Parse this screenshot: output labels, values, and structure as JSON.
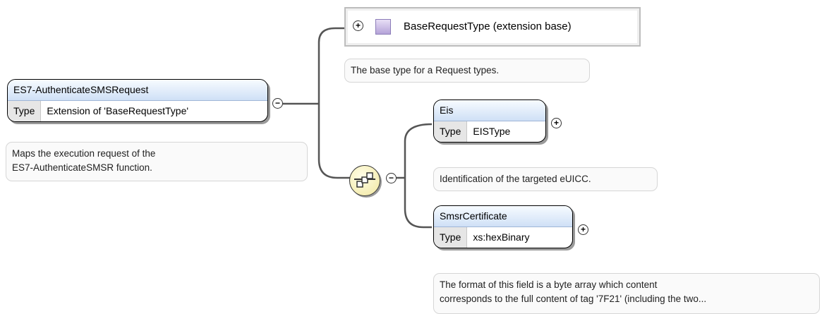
{
  "root": {
    "name": "ES7-AuthenticateSMSRequest",
    "type_label": "Type",
    "type_value": "Extension of 'BaseRequestType'",
    "doc": [
      "Maps the execution request of the",
      "ES7-AuthenticateSMSR function."
    ]
  },
  "base": {
    "label": "BaseRequestType (extension base)",
    "doc": "The base type for a Request types."
  },
  "children": [
    {
      "name": "Eis",
      "type_label": "Type",
      "type_value": "EISType",
      "doc": [
        "Identification of the targeted eUICC."
      ]
    },
    {
      "name": "SmsrCertificate",
      "type_label": "Type",
      "type_value": "xs:hexBinary",
      "doc": [
        "The format of this field is a byte array which content",
        "corresponds to the full content of tag '7F21' (including the two..."
      ]
    }
  ],
  "toggles": {
    "expanded": "−",
    "collapsed": "+"
  },
  "icons": {
    "sequence": "sequence-compositor-icon",
    "complex_type": "complex-type-icon"
  },
  "colors": {
    "header": "#cfe0f6",
    "compositor": "#f1e7a0",
    "type_icon": "#b4a2d8"
  }
}
